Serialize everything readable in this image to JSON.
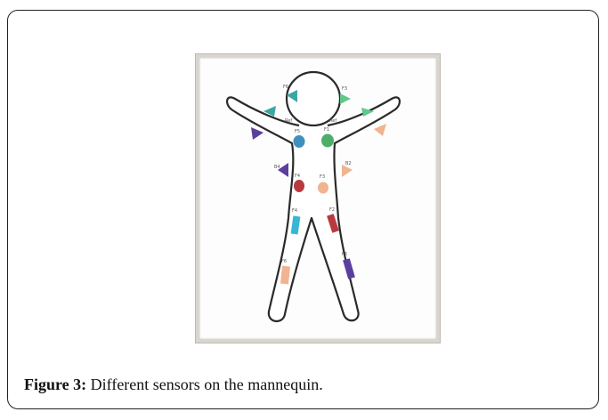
{
  "figure": {
    "label": "Figure 3:",
    "caption": "Different sensors on the mannequin."
  },
  "sensor_labels": {
    "head_left": "F6",
    "head_right": "F3",
    "neck_left": "Ref",
    "neck_right": "Ref",
    "chest_left": "F5",
    "chest_right": "F1",
    "waist_left": "F4",
    "waist_right": "F3",
    "side_left": "B4",
    "side_right": "B2",
    "thigh_left": "F4",
    "thigh_right": "F2",
    "shin_left": "F6",
    "shin_right": "F5"
  },
  "colors": {
    "blue": "#3f8fbf",
    "green": "#4cae6a",
    "red": "#b83a3f",
    "peach": "#f0b48e",
    "cyan": "#37b6d6",
    "purple": "#5b3f9e",
    "teal": "#3aa7a4",
    "mint": "#5fc98a"
  }
}
